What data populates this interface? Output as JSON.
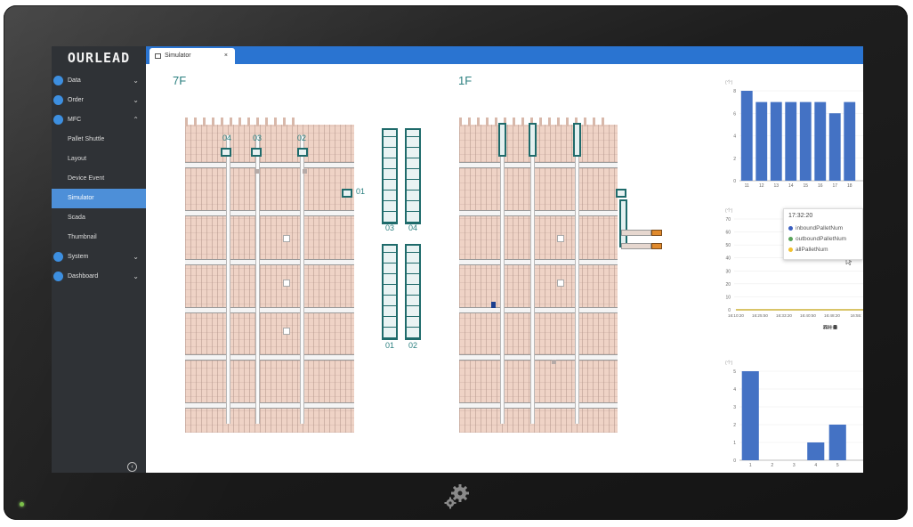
{
  "brand": {
    "name": "OURLEAD"
  },
  "tab": {
    "label": "Simulator",
    "close": "×"
  },
  "menu": [
    {
      "label": "Data",
      "icon": "data-icon",
      "chevron": "⌄"
    },
    {
      "label": "Order",
      "icon": "monitor-icon",
      "chevron": "⌄"
    },
    {
      "label": "MFC",
      "icon": "mfc-icon",
      "chevron": "⌃",
      "children": [
        "Pallet Shuttle",
        "Layout",
        "Device Event",
        "Simulator",
        "Scada",
        "Thumbnail"
      ]
    },
    {
      "label": "System",
      "icon": "system-icon",
      "chevron": "⌄"
    },
    {
      "label": "Dashboard",
      "icon": "dashboard-icon",
      "chevron": "⌄"
    }
  ],
  "active_sub": "Simulator",
  "collapse_glyph": "‹",
  "floors": {
    "left": "7F",
    "right": "1F"
  },
  "lift_labels": {
    "l04": "04",
    "l03": "03",
    "l02": "02",
    "l01": "01",
    "e03": "03",
    "e04": "04",
    "e01": "01",
    "e02": "02"
  },
  "colors": {
    "accent": "#2a74d1",
    "sidebar": "#2f3236",
    "bar": "#4472c4",
    "rack": "#efd3c6",
    "lift": "#1f6b6b",
    "line1": "#3b5fc0",
    "line2": "#5aa45a",
    "line3": "#f2c12e"
  },
  "chart_data": [
    {
      "type": "bar",
      "title": "每车执行托盘任务数",
      "yunit": "(个)",
      "categories": [
        "11",
        "12",
        "13",
        "14",
        "15",
        "16",
        "17",
        "18"
      ],
      "values": [
        8,
        7,
        7,
        7,
        7,
        7,
        6,
        7
      ],
      "ylim": [
        0,
        8
      ],
      "yticks": [
        0,
        2,
        4,
        6,
        8
      ]
    },
    {
      "type": "line",
      "title": "吞吐量",
      "yunit": "(个)",
      "x": [
        "16:10:20",
        "16:25:50",
        "16:33:20",
        "16:40:50",
        "16:48:20",
        "16:55:"
      ],
      "ylim": [
        0,
        70
      ],
      "yticks": [
        0,
        10,
        20,
        30,
        40,
        50,
        60,
        70
      ],
      "series": [
        {
          "name": "inboundPalletNum",
          "values": [
            0,
            0,
            0,
            0,
            0,
            0
          ]
        },
        {
          "name": "outboundPalletNum",
          "values": [
            0,
            0,
            0,
            0,
            0,
            0
          ]
        },
        {
          "name": "allPalletNum",
          "values": [
            0,
            0,
            0,
            0,
            0,
            0
          ]
        }
      ],
      "tooltip_time": "17:32:20"
    },
    {
      "type": "bar",
      "title": "每层小车个数",
      "yunit": "(个)",
      "categories": [
        "1",
        "2",
        "3",
        "4",
        "5"
      ],
      "values": [
        5,
        0,
        0,
        1,
        2
      ],
      "ylim": [
        0,
        5
      ],
      "yticks": [
        0,
        1,
        2,
        3,
        4,
        5
      ]
    }
  ]
}
